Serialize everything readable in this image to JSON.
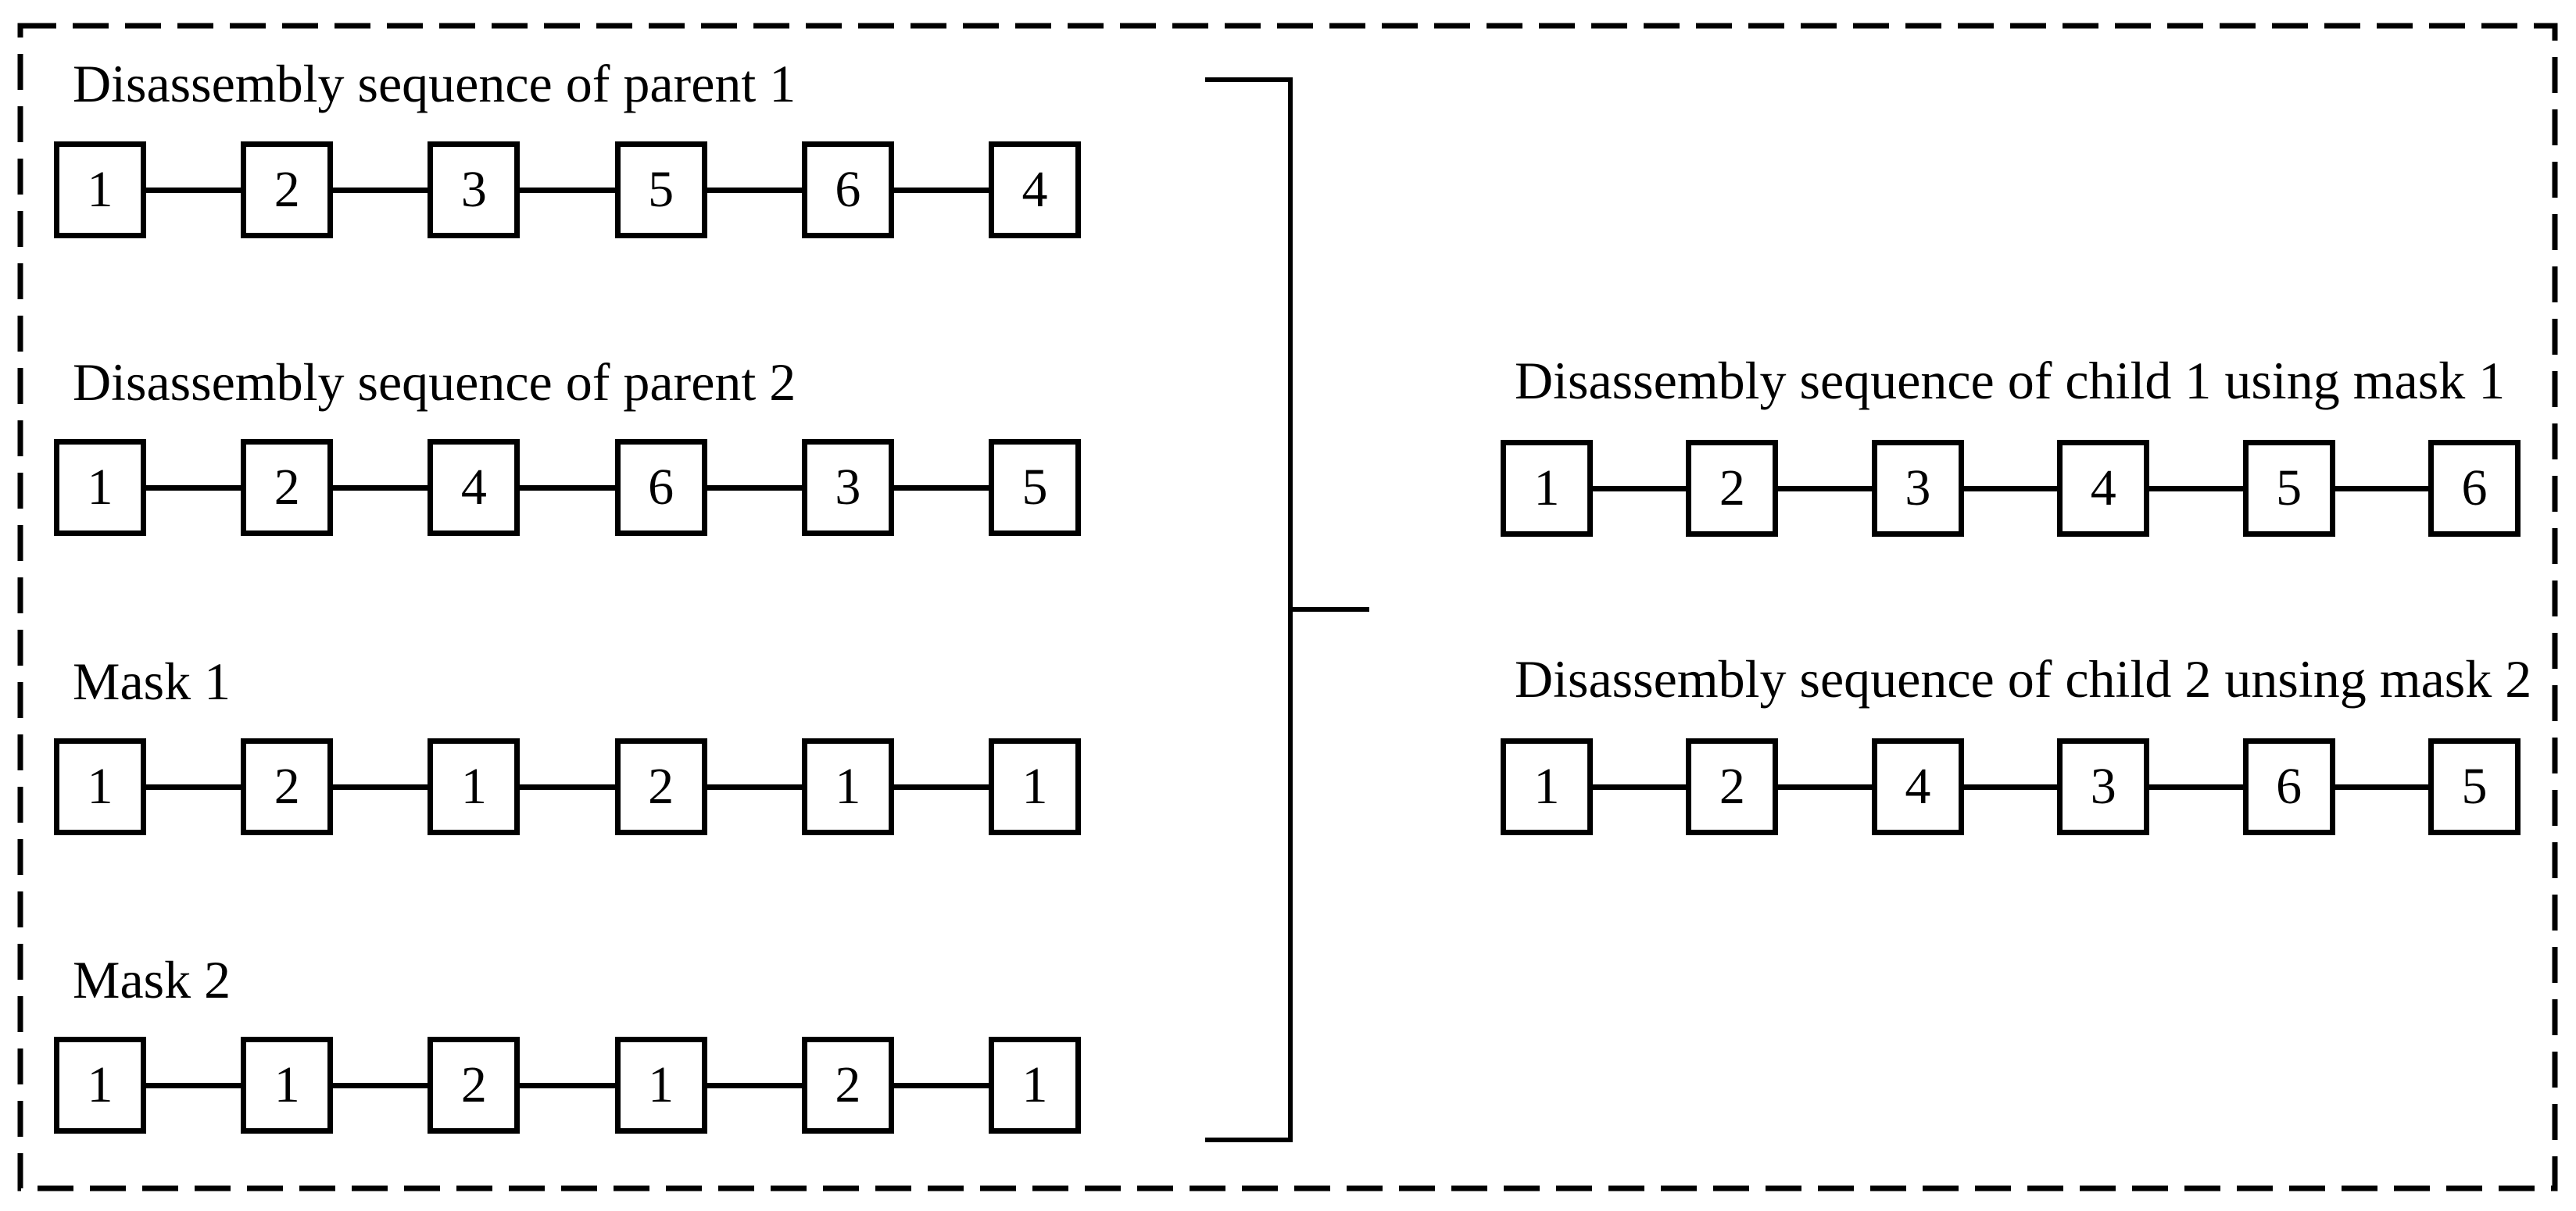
{
  "figure": {
    "ink_color": "#000000",
    "background_color": "#ffffff"
  },
  "left_panel": {
    "rows": [
      {
        "label": "Disassembly sequence of parent 1",
        "sequence": [
          "1",
          "2",
          "3",
          "5",
          "6",
          "4"
        ]
      },
      {
        "label": "Disassembly sequence of parent 2",
        "sequence": [
          "1",
          "2",
          "4",
          "6",
          "3",
          "5"
        ]
      },
      {
        "label": "Mask 1",
        "sequence": [
          "1",
          "2",
          "1",
          "2",
          "1",
          "1"
        ]
      },
      {
        "label": "Mask 2",
        "sequence": [
          "1",
          "1",
          "2",
          "1",
          "2",
          "1"
        ]
      }
    ]
  },
  "right_panel": {
    "rows": [
      {
        "label": "Disassembly sequence of child 1 using mask 1",
        "sequence": [
          "1",
          "2",
          "3",
          "4",
          "5",
          "6"
        ]
      },
      {
        "label": "Disassembly sequence of child 2 unsing mask 2",
        "sequence": [
          "1",
          "2",
          "4",
          "3",
          "6",
          "5"
        ]
      }
    ]
  }
}
